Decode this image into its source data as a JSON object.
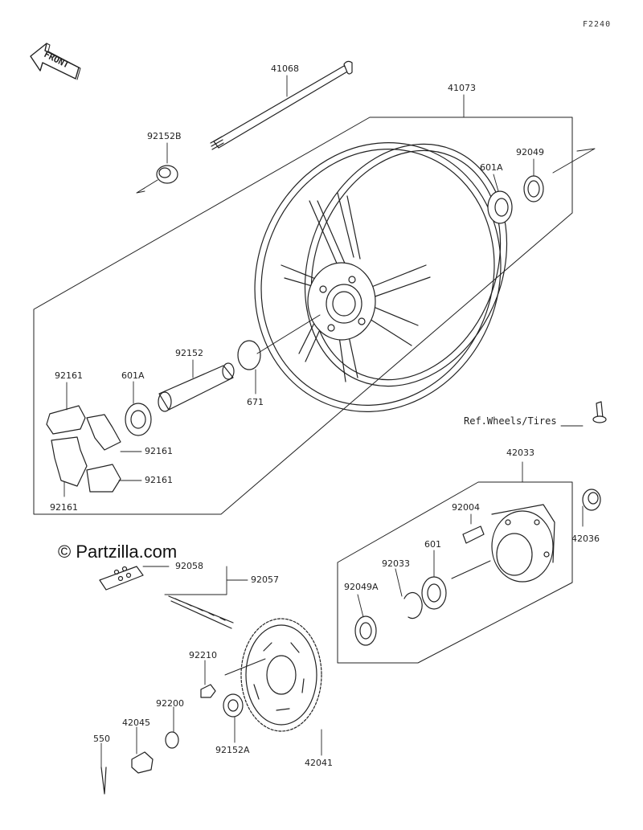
{
  "figure_id": "F2240",
  "front_marker": "FRONT",
  "watermark": "© Partzilla.com",
  "reference_note": "Ref.Wheels/Tires",
  "part_labels": {
    "p41068": "41068",
    "p41073": "41073",
    "p92152B": "92152B",
    "p92049": "92049",
    "p601A_top": "601A",
    "p92152": "92152",
    "p92161_a": "92161",
    "p601A_left": "601A",
    "p671": "671",
    "p92161_b": "92161",
    "p92161_c": "92161",
    "p92161_d": "92161",
    "p42033": "42033",
    "p92004": "92004",
    "p42036": "42036",
    "p92058": "92058",
    "p92057": "92057",
    "p92033": "92033",
    "p601": "601",
    "p92049A": "92049A",
    "p92210": "92210",
    "p92200": "92200",
    "p42045": "42045",
    "p550": "550",
    "p92152A": "92152A",
    "p42041": "42041"
  },
  "colors": {
    "line": "#222222",
    "background": "#ffffff"
  }
}
